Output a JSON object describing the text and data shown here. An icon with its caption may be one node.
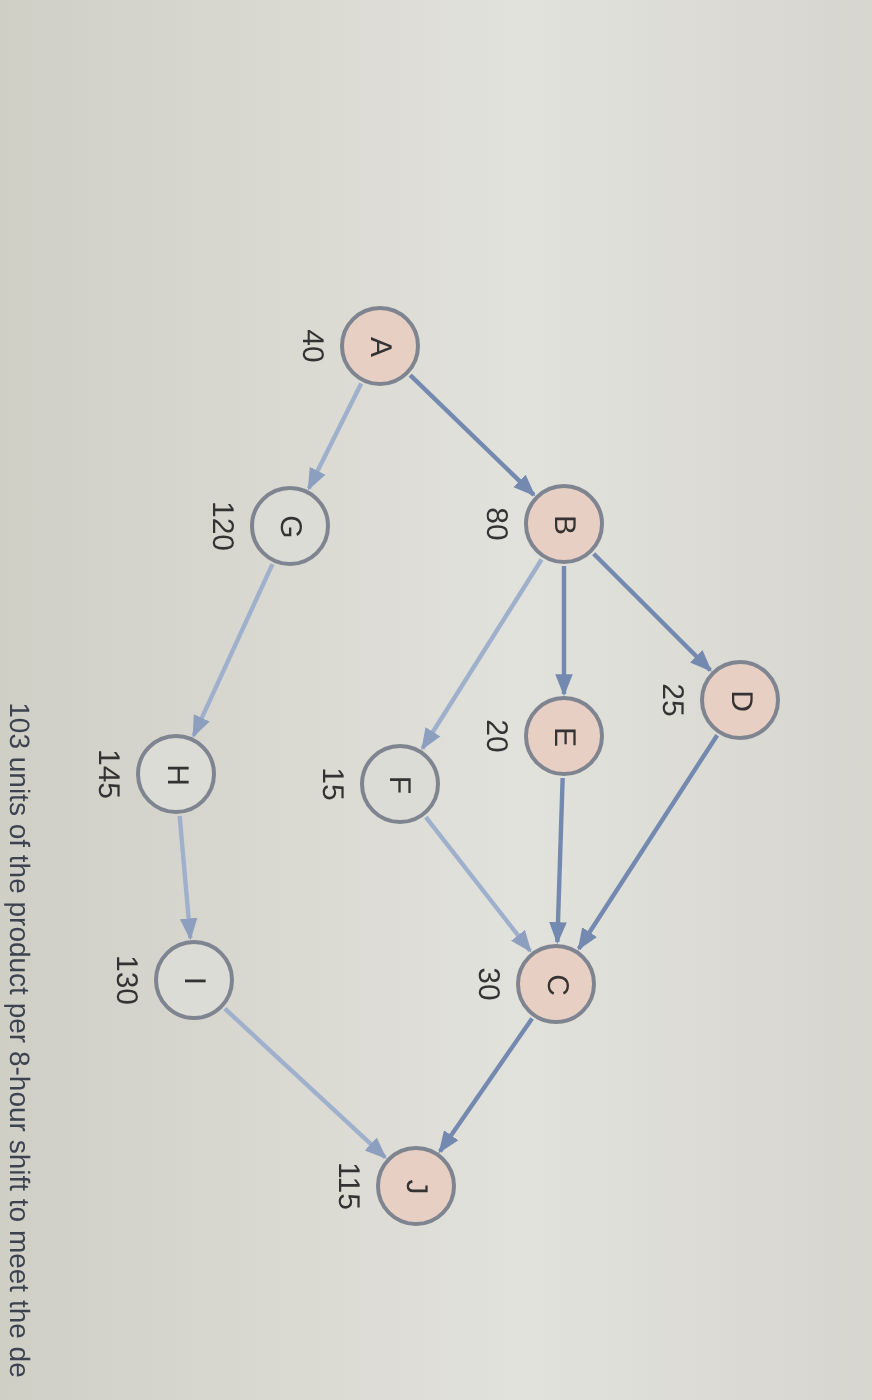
{
  "diagram": {
    "nodes": [
      {
        "text": [
          "A"
        ],
        "beside": [
          "40"
        ]
      },
      {
        "text": [
          "B"
        ],
        "beside": [
          "80"
        ]
      },
      {
        "text": [
          "G"
        ],
        "beside": [
          "120"
        ]
      },
      {
        "text": [
          "D"
        ],
        "beside": [
          "25"
        ]
      },
      {
        "text": [
          "E"
        ],
        "beside": [
          "20"
        ]
      },
      {
        "text": [
          "F"
        ],
        "beside": [
          "15"
        ]
      },
      {
        "text": [
          "H"
        ],
        "beside": [
          "145"
        ]
      },
      {
        "text": [
          "C"
        ],
        "beside": [
          "30"
        ]
      },
      {
        "text": [
          "I"
        ],
        "beside": [
          "130"
        ]
      },
      {
        "text": [
          "J"
        ],
        "beside": [
          "115"
        ]
      }
    ],
    "edges": [
      {
        "from": 0,
        "to": 1,
        "arrow": "to",
        "color": "#7489b0"
      },
      {
        "from": 0,
        "to": 2,
        "arrow": "to"
      },
      {
        "from": 1,
        "to": 3,
        "arrow": "to",
        "color": "#7489b0"
      },
      {
        "from": 1,
        "to": 4,
        "arrow": "to",
        "color": "#7489b0"
      },
      {
        "from": 1,
        "to": 5,
        "arrow": "to"
      },
      {
        "from": 3,
        "to": 7,
        "arrow": "to",
        "color": "#7489b0"
      },
      {
        "from": 4,
        "to": 7,
        "arrow": "to",
        "color": "#7489b0"
      },
      {
        "from": 5,
        "to": 7,
        "arrow": "to"
      },
      {
        "from": 2,
        "to": 6,
        "arrow": "to"
      },
      {
        "from": 6,
        "to": 8,
        "arrow": "to"
      },
      {
        "from": 7,
        "to": 9,
        "arrow": "to",
        "color": "#7489b0"
      },
      {
        "from": 8,
        "to": 9,
        "arrow": "to"
      }
    ],
    "labels": [
      "103 units of the product per 8-hour shift to meet the de"
    ]
  }
}
